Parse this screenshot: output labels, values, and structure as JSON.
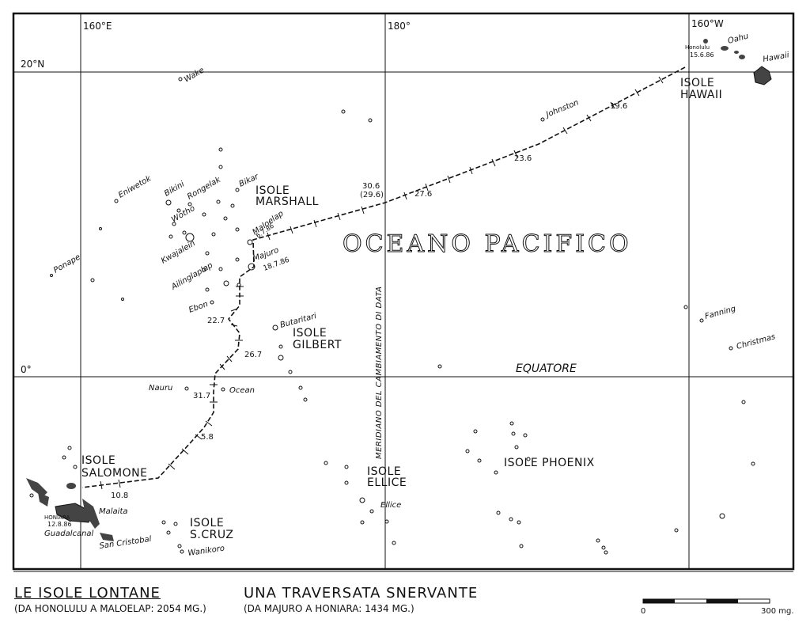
{
  "grid_labels": {
    "lon_160e": "160°E",
    "lon_180": "180°",
    "lon_160w": "160°W",
    "lat_20n": "20°N",
    "lat_0": "0°"
  },
  "ocean_label": "OCEANO PACIFICO",
  "equator_label": "EQUATORE",
  "dateline_label": "MERIDIANO DEL CAMBIAMENTO DI DATA",
  "groups": {
    "hawaii": [
      "ISOLE",
      "HAWAII"
    ],
    "marshall": [
      "ISOLE",
      "MARSHALL"
    ],
    "gilbert": [
      "ISOLE",
      "GILBERT"
    ],
    "salomone": [
      "ISOLE",
      "SALOMONE"
    ],
    "ellice": [
      "ISOLE",
      "ELLICE"
    ],
    "scruz": [
      "ISOLE",
      "S.CRUZ"
    ],
    "phoenix": "ISOLE PHOENIX"
  },
  "islands": {
    "wake": "Wake",
    "johnston": "Johnston",
    "honolulu": "Honolulu",
    "oahu": "Oahu",
    "hawaii": "Hawaii",
    "eniwetok": "Eniwetok",
    "bikini": "Bikini",
    "rongelak": "Rongelak",
    "bikar": "Bikar",
    "wotho": "Wotho",
    "kwajalein": "Kwajalein",
    "ailinglaplap": "Ailinglaplap",
    "maloelap": "Maloelap",
    "majuro": "Majuro",
    "ponape": "Ponape",
    "ebon": "Ebon",
    "butaritari": "Butaritari",
    "nauru": "Nauru",
    "ocean": "Ocean",
    "fanning": "Fanning",
    "christmas": "Christmas",
    "honiara": "HONIARA",
    "guadalcanal": "Guadalcanal",
    "malaita": "Malaita",
    "san_cristobal": "San Cristobal",
    "ellice": "Ellice",
    "wanikoro": "Wanikoro"
  },
  "route_labels": {
    "honolulu_date": "15.6.86",
    "d196": "19.6",
    "d236": "23.6",
    "d276": "27.6",
    "d306": "30.6",
    "d296": "(29.6)",
    "maloelap_date": "6.7.86",
    "majuro_date": "18.7.86",
    "d227": "22.7",
    "d267": "26.7",
    "d317": "31.7",
    "d58": "5.8",
    "d108": "10.8",
    "honiara_date": "12.8.86"
  },
  "captions": {
    "left_title": "LE ISOLE LONTANE",
    "left_sub": "(DA HONOLULU A MALOELAP: 2054 MG.)",
    "right_title": "UNA TRAVERSATA SNERVANTE",
    "right_sub": "(DA MAJURO A HONIARA: 1434 MG.)"
  },
  "scale": {
    "start": "0",
    "end": "300 mg."
  }
}
